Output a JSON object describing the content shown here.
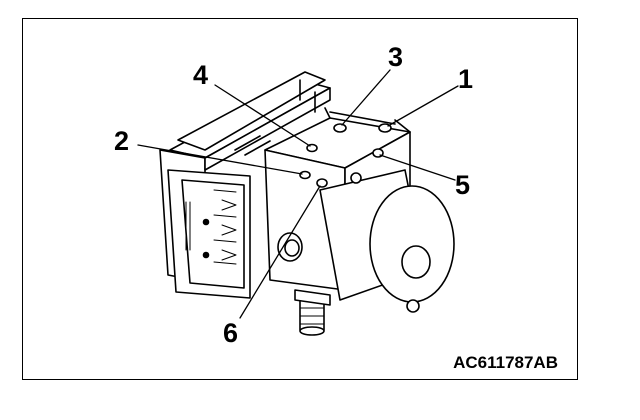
{
  "callouts": {
    "c1": "1",
    "c2": "2",
    "c3": "3",
    "c4": "4",
    "c5": "5",
    "c6": "6"
  },
  "figure_code": "AC611787AB"
}
